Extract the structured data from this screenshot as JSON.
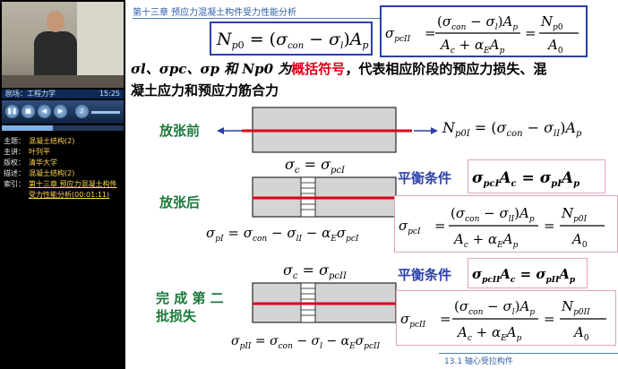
{
  "player": {
    "now_playing": "剧场：工程力学",
    "time": "15:25",
    "progress_fraction": 0.42,
    "info": [
      {
        "label": "主题：",
        "value": "混凝土结构(2)"
      },
      {
        "label": "主讲：",
        "value": "叶列平"
      },
      {
        "label": "版权：",
        "value": "清华大学"
      },
      {
        "label": "描述：",
        "value": "混凝土结构(2)"
      },
      {
        "label": "索引：",
        "value": "第十三章 预应力混凝土构件受力性能分析(00:01:11)"
      }
    ]
  },
  "slide": {
    "header": "第十三章 预应力混凝土构件受力性能分析",
    "footer": "13.1 轴心受拉构件",
    "line1_symbols": "σl、σpc、σp 和 Np0 为",
    "line1_highlight": "概括符号",
    "line1_rest": "，代表相应阶段的预应力损失、混",
    "line2": "凝土应力和预应力筋合力",
    "stage1": "放张前",
    "stage2": "放张后",
    "stage3a": "完 成 第 二",
    "stage3b": "批损失",
    "balance1": "平衡条件",
    "balance2": "平衡条件",
    "colors": {
      "red": "#e0001a",
      "blue": "#2b3fa8",
      "highlight": "#e0001a"
    }
  }
}
